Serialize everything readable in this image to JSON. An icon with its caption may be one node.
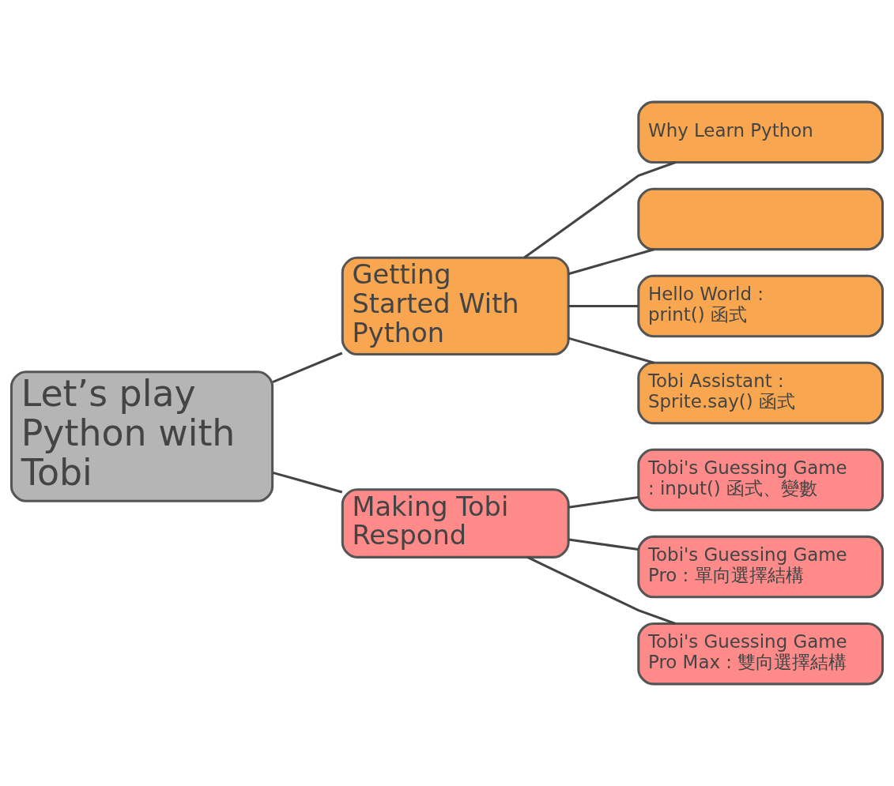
{
  "diagram": {
    "nodes": [
      {
        "text": [
          "Let’s play Python with Tobi"
        ]
      },
      {
        "text": [
          "Getting Started With Python"
        ]
      },
      {
        "text": [
          "Why Learn Python"
        ]
      },
      {
        "text": [],
        "shape": "box"
      },
      {
        "text": [
          "Hello World : print() 函式"
        ]
      },
      {
        "text": [
          "Tobi Assistant : Sprite.say() 函式"
        ]
      },
      {
        "text": [
          "Making Tobi Respond"
        ]
      },
      {
        "text": [
          "Tobi's Guessing Game : input() 函式、變數"
        ]
      },
      {
        "text": [
          "Tobi's Guessing Game Pro : 單向選擇結構"
        ]
      },
      {
        "text": [
          "Tobi's Guessing Game Pro Max : 雙向選擇結構"
        ]
      }
    ],
    "edges": [
      {
        "from": 0,
        "to": 1,
        "arrow": "none"
      },
      {
        "from": 0,
        "to": 6,
        "arrow": "none"
      },
      {
        "from": 1,
        "to": 2,
        "arrow": "none"
      },
      {
        "from": 1,
        "to": 3,
        "arrow": "none"
      },
      {
        "from": 1,
        "to": 4,
        "arrow": "none"
      },
      {
        "from": 1,
        "to": 5,
        "arrow": "none"
      },
      {
        "from": 6,
        "to": 7,
        "arrow": "none"
      },
      {
        "from": 6,
        "to": 8,
        "arrow": "none"
      },
      {
        "from": 6,
        "to": 9,
        "arrow": "none"
      }
    ]
  }
}
